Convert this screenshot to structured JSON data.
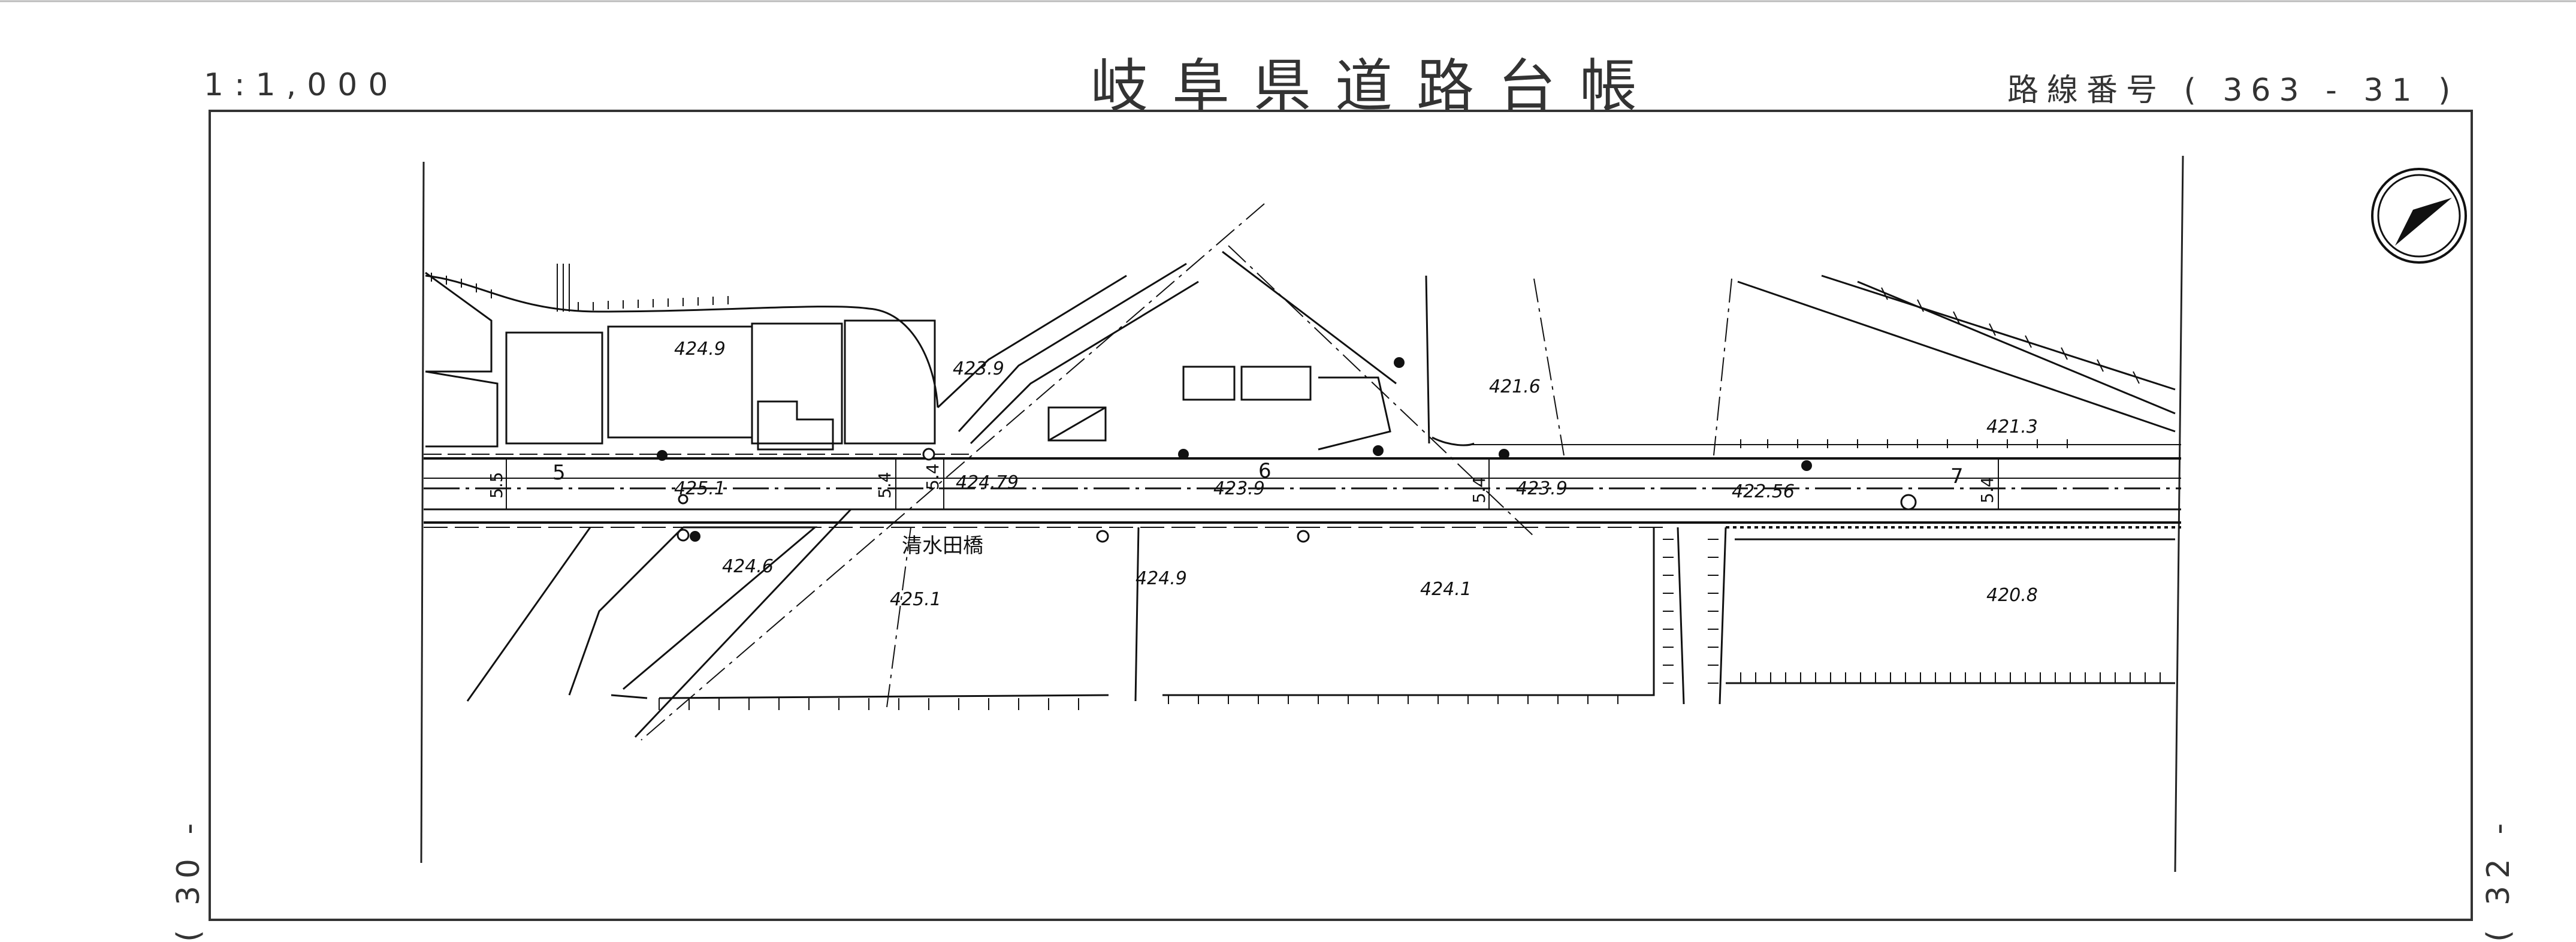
{
  "header": {
    "scale": "1:1,000",
    "title": "岐阜県道路台帳",
    "route_number": "路線番号 ( 363 - 31 )"
  },
  "sheet_refs": {
    "left": "( 30 -",
    "right": "( 32 -"
  },
  "map": {
    "bridge_name": "清水田橋",
    "elevations": [
      "424.9",
      "423.9",
      "421.6",
      "421.3",
      "425.1",
      "424.79",
      "423.9",
      "423.9",
      "422.56",
      "424.6",
      "425.1",
      "424.9",
      "424.1",
      "420.8"
    ],
    "station_numbers": [
      "5",
      "6",
      "7"
    ],
    "widths": [
      "5.5",
      "5.4",
      "5.4",
      "5.4",
      "5.4"
    ],
    "north_arrow": "north-arrow-icon"
  }
}
